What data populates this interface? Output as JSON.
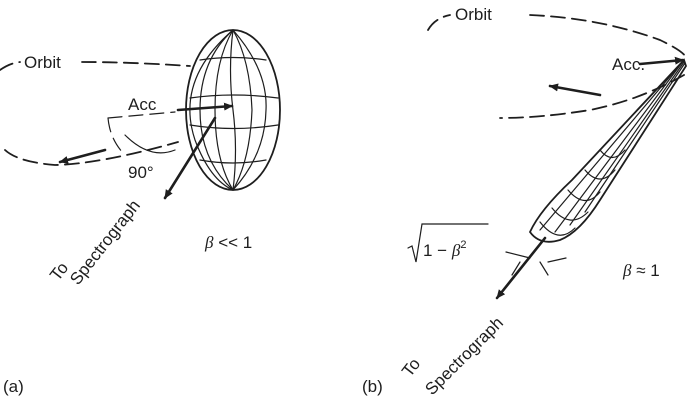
{
  "panel_a": {
    "tag": "(a)",
    "orbit_label": "Orbit",
    "acc_label": "Acc",
    "angle_label": "90°",
    "to_label": "To",
    "spectrograph_label": "Spectrograph",
    "beta_symbol": "β",
    "beta_relation": " << 1"
  },
  "panel_b": {
    "tag": "(b)",
    "orbit_label": "Orbit",
    "acc_label": "Acc.",
    "width_label_prefix": "1 − ",
    "beta_symbol": "β",
    "width_label_exp": "2",
    "to_label": "To",
    "spectrograph_label": "Spectrograph",
    "beta_relation": " ≈ 1"
  }
}
